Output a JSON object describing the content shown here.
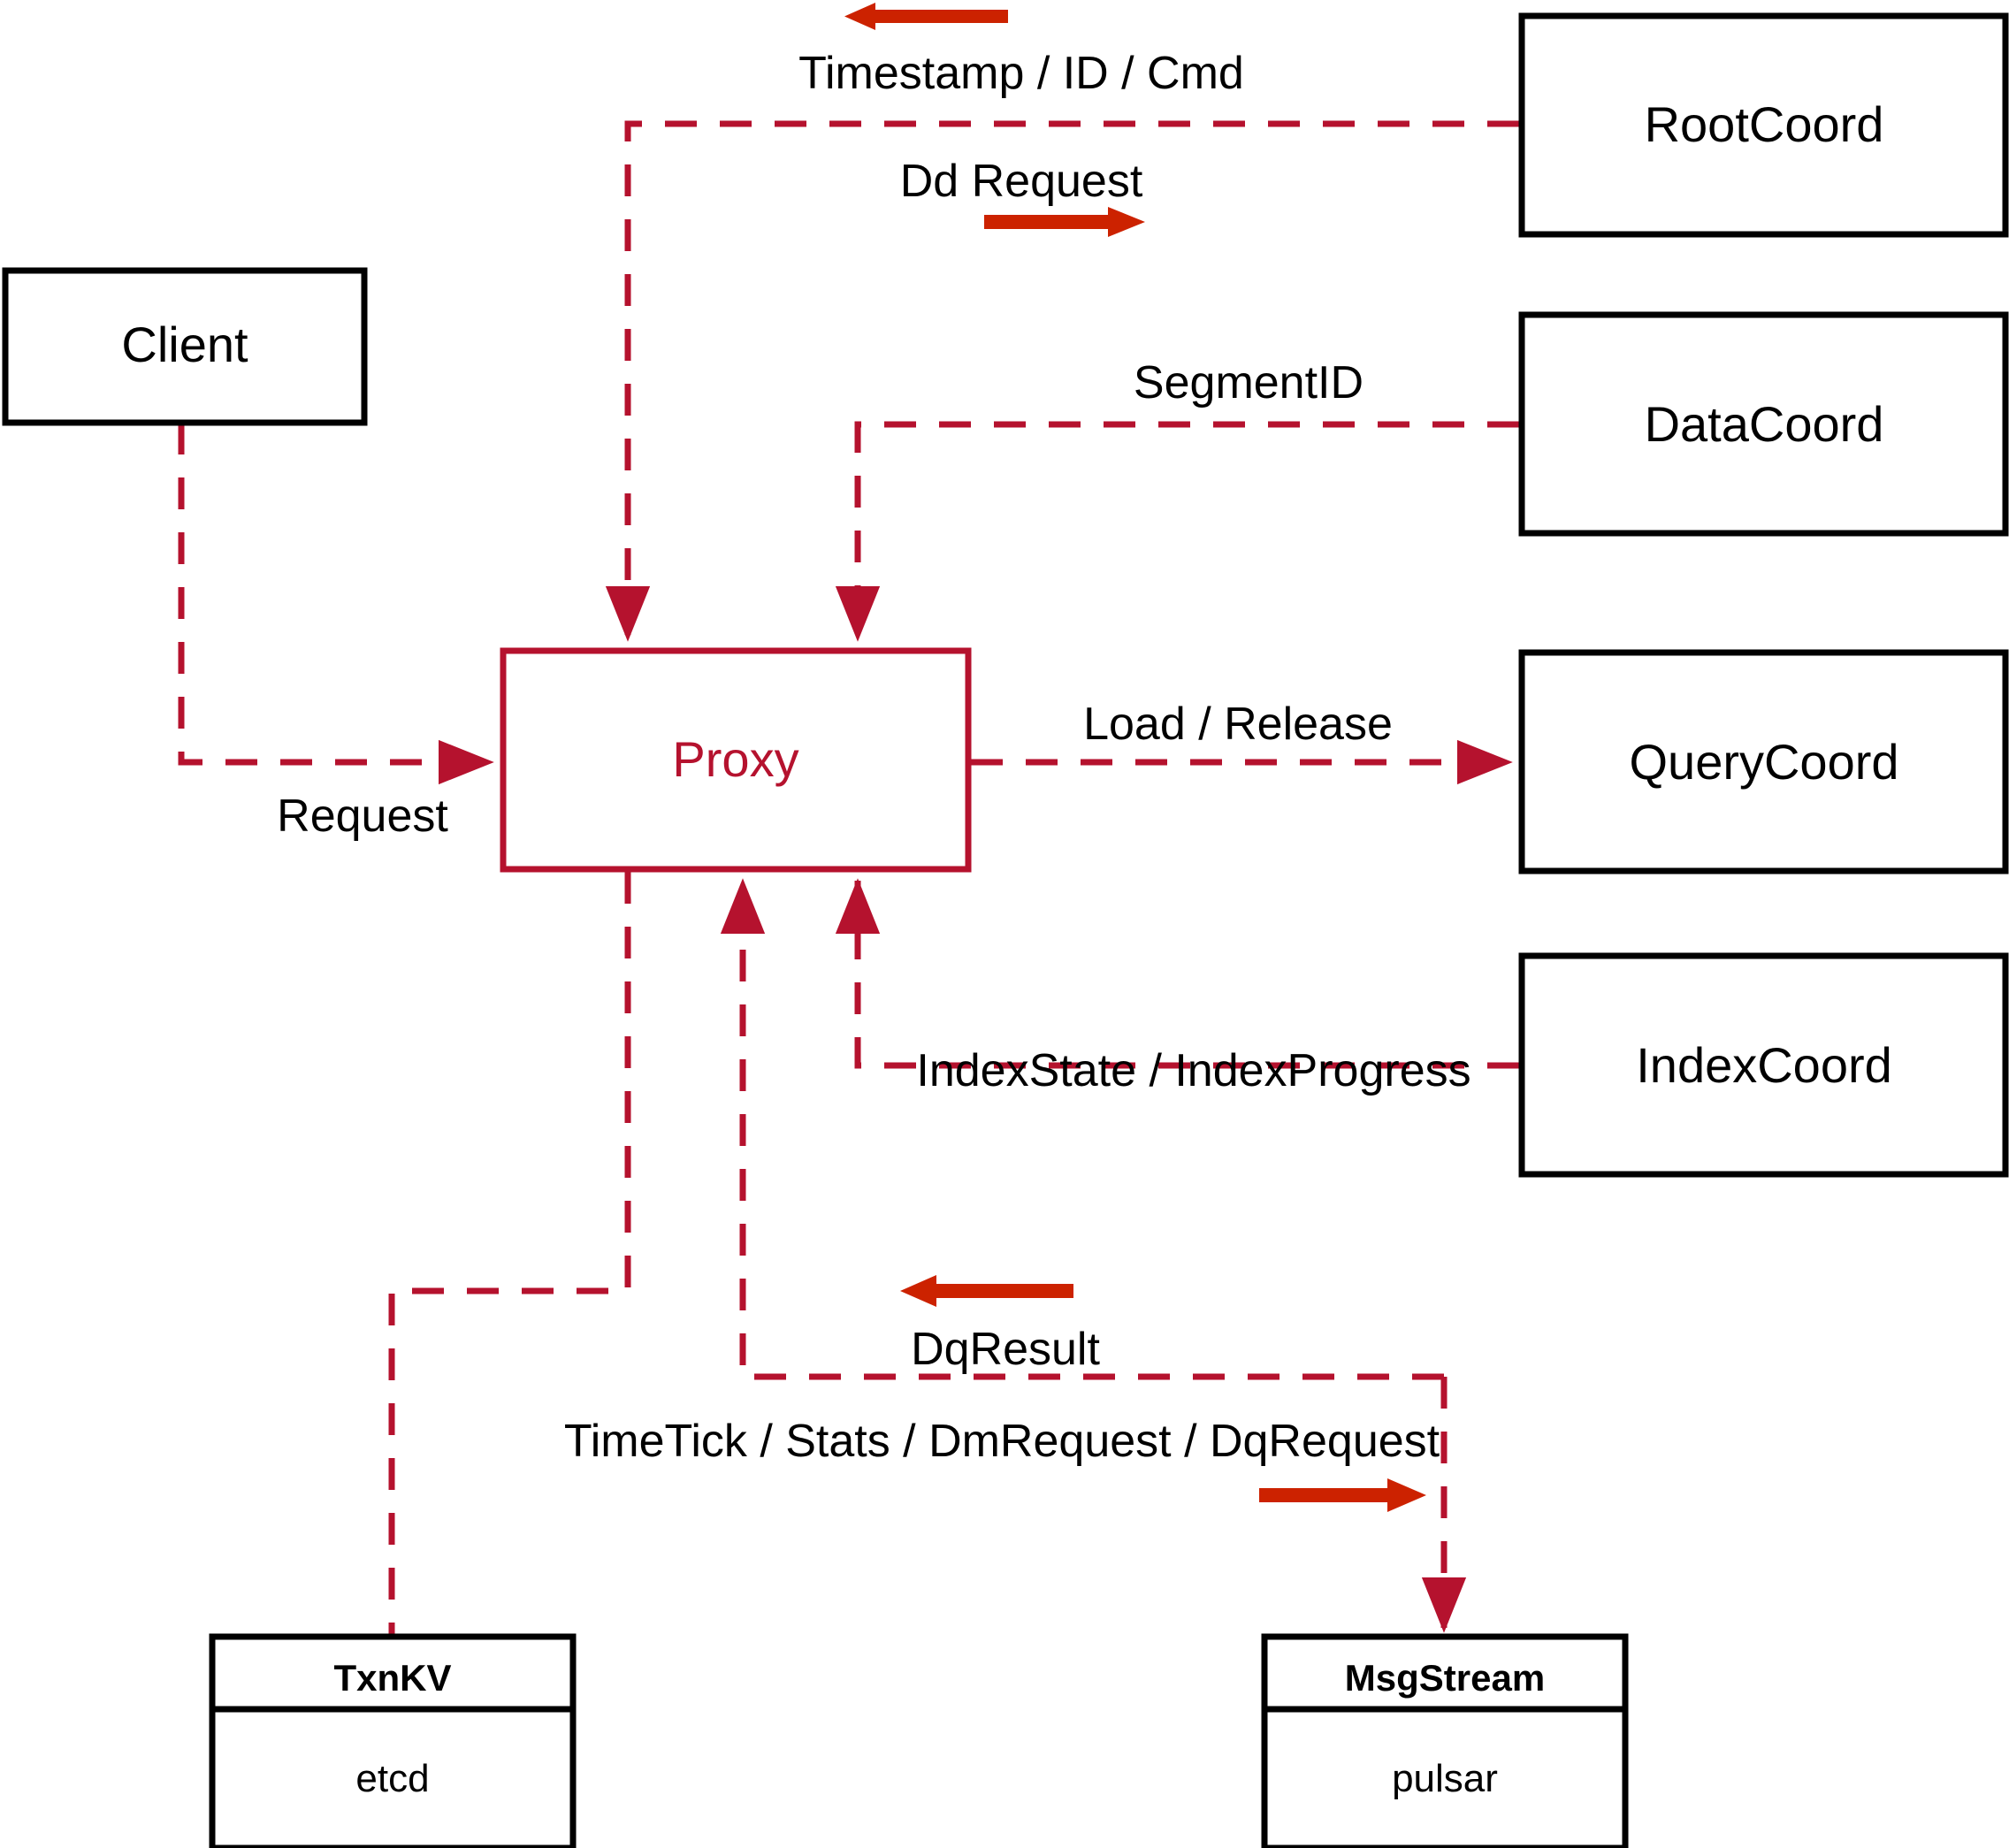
{
  "diagram": {
    "title": "Milvus Proxy component interaction diagram",
    "colors": {
      "accent_red": "#b5122e",
      "arrow_red": "#cc2200",
      "node_black": "#000000",
      "background": "#ffffff"
    },
    "nodes": [
      {
        "id": "client",
        "label": "Client",
        "style": "black-box"
      },
      {
        "id": "proxy",
        "label": "Proxy",
        "style": "red-box"
      },
      {
        "id": "rootcoord",
        "label": "RootCoord",
        "style": "black-box"
      },
      {
        "id": "datacoord",
        "label": "DataCoord",
        "style": "black-box"
      },
      {
        "id": "querycoord",
        "label": "QueryCoord",
        "style": "black-box"
      },
      {
        "id": "indexcoord",
        "label": "IndexCoord",
        "style": "black-box"
      },
      {
        "id": "txnkv",
        "label": "TxnKV",
        "sub": "etcd",
        "style": "black-box-split"
      },
      {
        "id": "msgstream",
        "label": "MsgStream",
        "sub": "pulsar",
        "style": "black-box-split"
      }
    ],
    "edge_labels": {
      "timestamp_id_cmd": "Timestamp / ID / Cmd",
      "dd_request": "Dd Request",
      "segment_id": "SegmentID",
      "request": "Request",
      "load_release": "Load / Release",
      "index_state_progress": "IndexState / IndexProgress",
      "dq_result": "DqResult",
      "stream_requests": "TimeTick / Stats / DmRequest / DqRequest"
    },
    "edges": [
      {
        "from": "rootcoord",
        "to": "proxy",
        "label": "Timestamp / ID / Cmd",
        "direction": "left"
      },
      {
        "from": "proxy",
        "to": "rootcoord",
        "label": "Dd Request",
        "direction": "right"
      },
      {
        "from": "datacoord",
        "to": "proxy",
        "label": "SegmentID",
        "direction": "left"
      },
      {
        "from": "client",
        "to": "proxy",
        "label": "Request",
        "direction": "right"
      },
      {
        "from": "proxy",
        "to": "querycoord",
        "label": "Load / Release",
        "direction": "right"
      },
      {
        "from": "indexcoord",
        "to": "proxy",
        "label": "IndexState / IndexProgress",
        "direction": "left"
      },
      {
        "from": "msgstream",
        "to": "proxy",
        "label": "DqResult",
        "direction": "left"
      },
      {
        "from": "proxy",
        "to": "msgstream",
        "label": "TimeTick / Stats / DmRequest / DqRequest",
        "direction": "right"
      },
      {
        "from": "proxy",
        "to": "txnkv",
        "label": "",
        "direction": "down"
      }
    ]
  }
}
